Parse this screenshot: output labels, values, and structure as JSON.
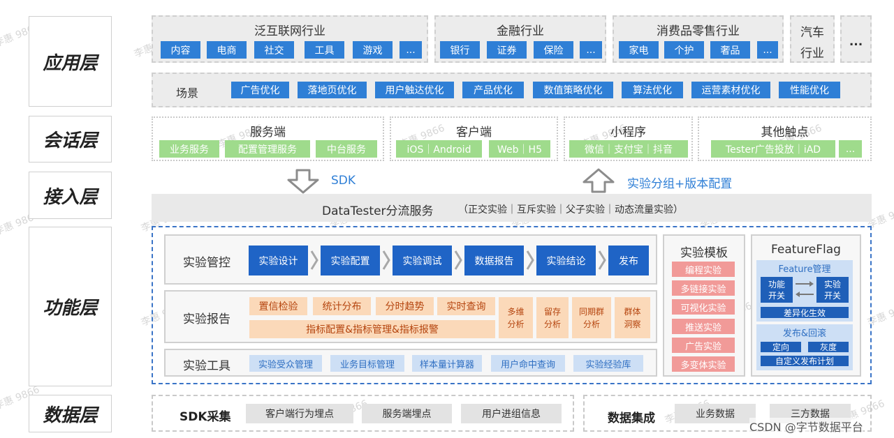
{
  "layers": [
    "应用层",
    "会话层",
    "接入层",
    "功能层",
    "数据层"
  ],
  "industries": [
    {
      "title": "泛互联网行业",
      "items": [
        "内容",
        "电商",
        "社交",
        "工具",
        "游戏",
        "..."
      ]
    },
    {
      "title": "金融行业",
      "items": [
        "银行",
        "证券",
        "保险",
        "..."
      ]
    },
    {
      "title": "消费品零售行业",
      "items": [
        "家电",
        "个护",
        "奢品",
        "..."
      ]
    },
    {
      "title_line1": "汽车",
      "title_line2": "行业"
    },
    {
      "title": "..."
    }
  ],
  "scenes": {
    "label": "场景",
    "items": [
      "广告优化",
      "落地页优化",
      "用户触达优化",
      "产品优化",
      "数值策略优化",
      "算法优化",
      "运营素材优化",
      "性能优化"
    ]
  },
  "session": [
    {
      "title": "服务端",
      "items": [
        "业务服务",
        "配置管理服务",
        "中台服务"
      ]
    },
    {
      "title": "客户端",
      "items": [
        "iOS｜Android",
        "Web｜H5"
      ]
    },
    {
      "title": "小程序",
      "items": [
        "微信｜支付宝｜抖音"
      ]
    },
    {
      "title": "其他触点",
      "items": [
        "Tester广告投放｜iAD",
        "..."
      ]
    }
  ],
  "access": {
    "sdk_label": "SDK",
    "config_label": "实验分组+版本配置",
    "service_title": "DataTester分流服务",
    "service_detail": "（正交实验｜互斥实验｜父子实验｜动态流量实验）"
  },
  "function": {
    "control": {
      "label": "实验管控",
      "steps": [
        "实验设计",
        "实验配置",
        "实验调试",
        "数据报告",
        "实验结论",
        "发布"
      ]
    },
    "report": {
      "label": "实验报告",
      "row1": [
        "置信检验",
        "统计分布",
        "分时趋势",
        "实时查询"
      ],
      "row2": "指标配置&指标管理&指标报警",
      "side": [
        "多维\n分析",
        "留存\n分析",
        "同期群\n分析",
        "群体\n洞察"
      ]
    },
    "tools": {
      "label": "实验工具",
      "items": [
        "实验受众管理",
        "业务目标管理",
        "样本量计算器",
        "用户命中查询",
        "实验经验库"
      ]
    },
    "templates": {
      "title": "实验模板",
      "items": [
        "编程实验",
        "多链接实验",
        "可视化实验",
        "推送实验",
        "广告实验",
        "多变体实验"
      ]
    },
    "featureflag": {
      "title": "FeatureFlag",
      "mgmt_title": "Feature管理",
      "left": "功能\n开关",
      "right": "实验\n开关",
      "diff": "差异化生效",
      "release_title": "发布&回滚",
      "directed": "定向",
      "gray": "灰度",
      "custom_plan": "自定义发布计划"
    }
  },
  "data_layer": {
    "sdk_title": "SDK采集",
    "sdk_items": [
      "客户端行为埋点",
      "服务端埋点",
      "用户进组信息"
    ],
    "integration_title": "数据集成",
    "integration_items": [
      "业务数据",
      "三方数据"
    ]
  },
  "footer": {
    "credit": "CSDN @字节数据平台"
  },
  "watermark": "李惠 9866",
  "colors": {
    "blue": "#2f7fd6",
    "dark_blue": "#1f64c6",
    "green": "#9fdb8c",
    "orange": "#fbd9b9",
    "pink": "#f19a98",
    "light_blue": "#cddff5",
    "dashed_border": "#3a74c7"
  }
}
